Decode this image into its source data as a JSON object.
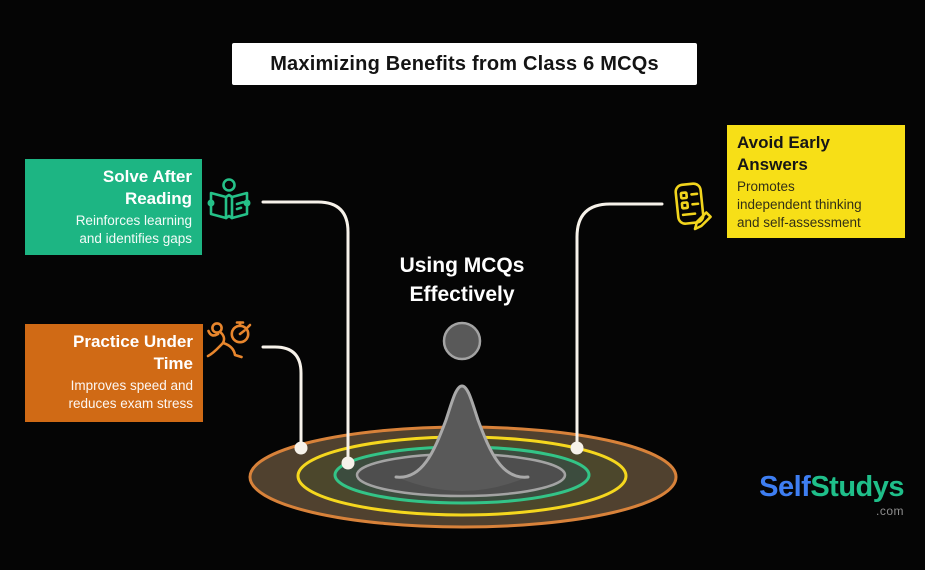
{
  "title": "Maximizing Benefits from Class 6 MCQs",
  "center_label": {
    "line1": "Using MCQs",
    "line2": "Effectively"
  },
  "cards": [
    {
      "title": "Solve After\nReading",
      "desc": "Reinforces learning\nand identifies gaps",
      "color": "#1db583",
      "text_color": "#ffffff",
      "icon": "person-reading-book-icon",
      "icon_color": "#25c188"
    },
    {
      "title": "Practice Under\nTime",
      "desc": "Improves speed and\nreduces exam stress",
      "color": "#d06a15",
      "text_color": "#ffffff",
      "icon": "runner-stopwatch-icon",
      "icon_color": "#e8862d"
    },
    {
      "title": "Avoid Early\nAnswers",
      "desc": "Promotes\nindependent thinking\nand self-assessment",
      "color": "#f7df17",
      "text_color": "#161616",
      "icon": "checklist-pencil-icon",
      "icon_color": "#f2d51d"
    }
  ],
  "splash": {
    "ring_colors": {
      "outer": "#d8823a",
      "second": "#f5d71e",
      "third": "#33c487",
      "inner": "#a3a3a3"
    },
    "drop_color": "#595959"
  },
  "logo": {
    "part1": "Self",
    "part2": "Studys",
    "suffix": ".com",
    "part1_color": "#3e7ef2",
    "part2_color": "#1fbf8a"
  }
}
